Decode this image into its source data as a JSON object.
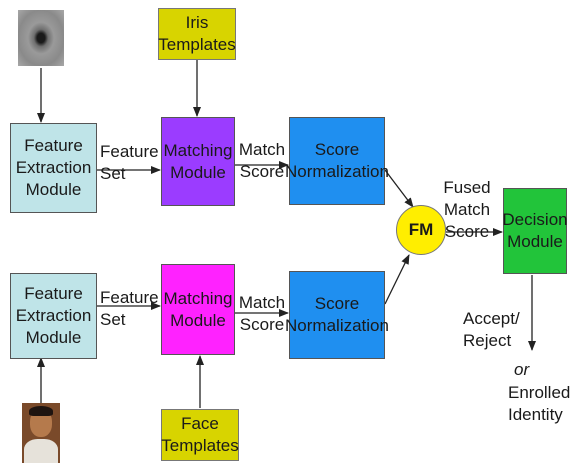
{
  "iris_image": {
    "icon": "iris-eye-photo"
  },
  "face_image": {
    "icon": "face-photo"
  },
  "iris_templates": [
    "Iris",
    "Templates"
  ],
  "face_templates": [
    "Face",
    "Templates"
  ],
  "feature_extraction": [
    "Feature",
    "Extraction",
    "Module"
  ],
  "feature_set_label": [
    "Feature",
    "Set"
  ],
  "matching_module": [
    "Matching",
    "Module"
  ],
  "match_score_label": [
    "Match",
    "Score"
  ],
  "score_normalization": [
    "Score",
    "Normalization"
  ],
  "fm": "FM",
  "fused_match_score": [
    "Fused",
    "Match",
    "Score"
  ],
  "decision_module": [
    "Decision",
    "Module"
  ],
  "outcome": {
    "accept_reject": [
      "Accept/",
      "Reject"
    ],
    "or": "or",
    "enrolled_identity": [
      "Enrolled",
      "Identity"
    ]
  },
  "colors": {
    "feature_extraction": "#bfe4e8",
    "templates": "#d8d400",
    "matching_iris": "#9b3cff",
    "matching_face": "#ff22ff",
    "score_normalization": "#1f8ff0",
    "fm": "#ffee00",
    "decision": "#22c43a"
  }
}
